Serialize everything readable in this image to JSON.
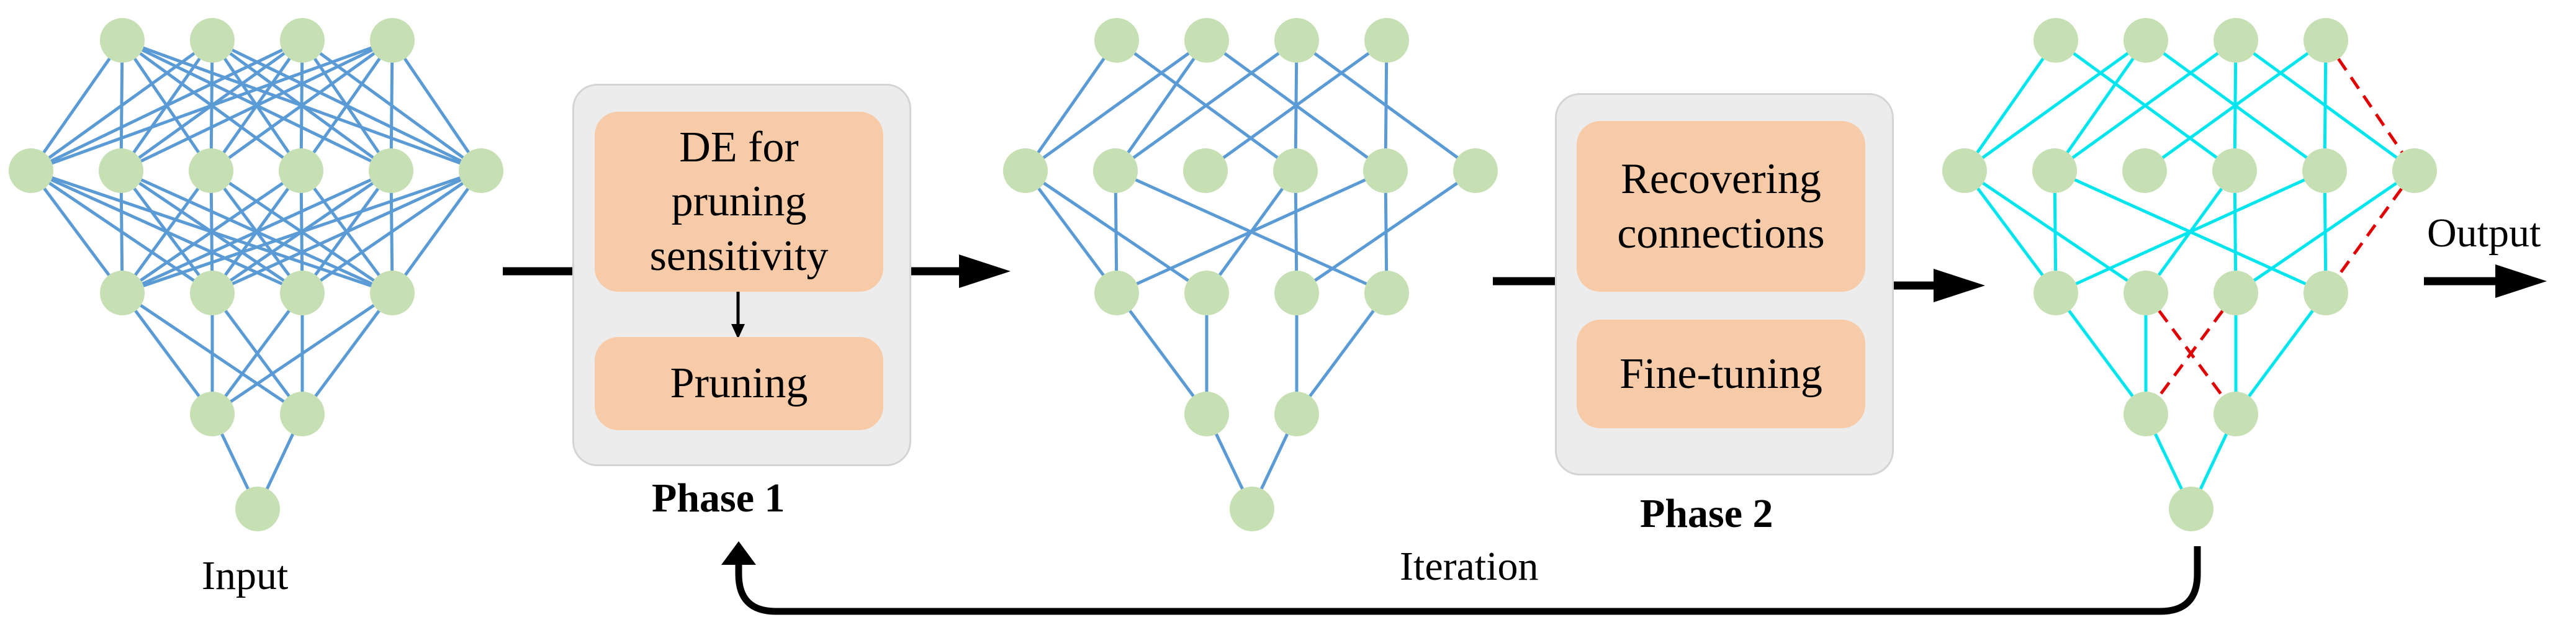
{
  "labels": {
    "input": "Input",
    "output": "Output",
    "iteration": "Iteration"
  },
  "phase1": {
    "title": "Phase 1",
    "step1": "DE for pruning sensitivity",
    "step2": "Pruning"
  },
  "phase2": {
    "title": "Phase 2",
    "step1": "Recovering connections",
    "step2": "Fine-tuning"
  },
  "colors": {
    "node": "#c6e0b4",
    "edge_original": "#5b9bd5",
    "edge_final": "#00e5ee",
    "edge_removed": "#e00000",
    "step_fill": "#f8cba8",
    "phase_fill": "#ececec"
  }
}
